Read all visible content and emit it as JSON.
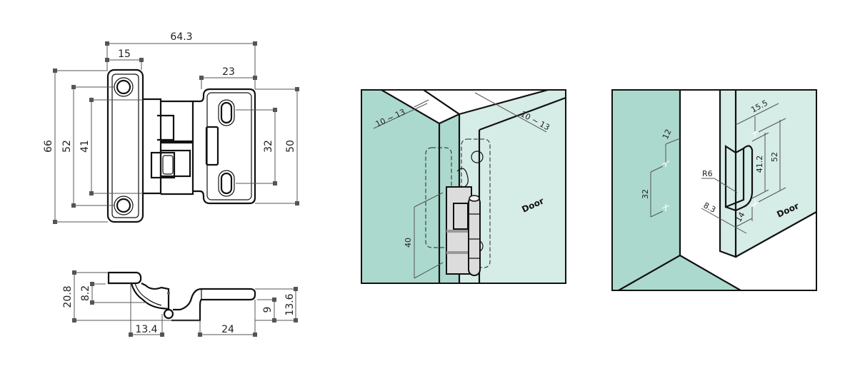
{
  "colors": {
    "wall": "#acd9cd",
    "door": "#d6ece6",
    "hinge": "#dcdcdc"
  },
  "top_view": {
    "dim_overall_width": "64.3",
    "dim_leaf_width": "15",
    "dim_plate_width": "23",
    "dim_overall_height": "66",
    "dim_hole_pitch_left": "52",
    "dim_knuckle_height": "41",
    "dim_slot_pitch": "32",
    "dim_plate_height": "50"
  },
  "side_view": {
    "dim_total_height": "20.8",
    "dim_offset": "8.2",
    "dim_pivot_offset": "13.4",
    "dim_plate_length": "24",
    "dim_plate_offset": "9",
    "dim_plate_height": "13.6"
  },
  "install_view": {
    "dim_frame_gap": "10 ~ 13",
    "dim_door_gap": "10 ~ 13",
    "dim_hinge_height": "40",
    "door_label": "Door"
  },
  "cutout_view": {
    "dim_edge_distance": "12",
    "dim_hole_pitch": "32",
    "dim_door_edge": "15.5",
    "dim_slot_outer": "52",
    "dim_slot_length": "41.2",
    "dim_radius": "R6",
    "dim_depth": "8.3",
    "dim_width": "14",
    "door_label": "Door"
  }
}
